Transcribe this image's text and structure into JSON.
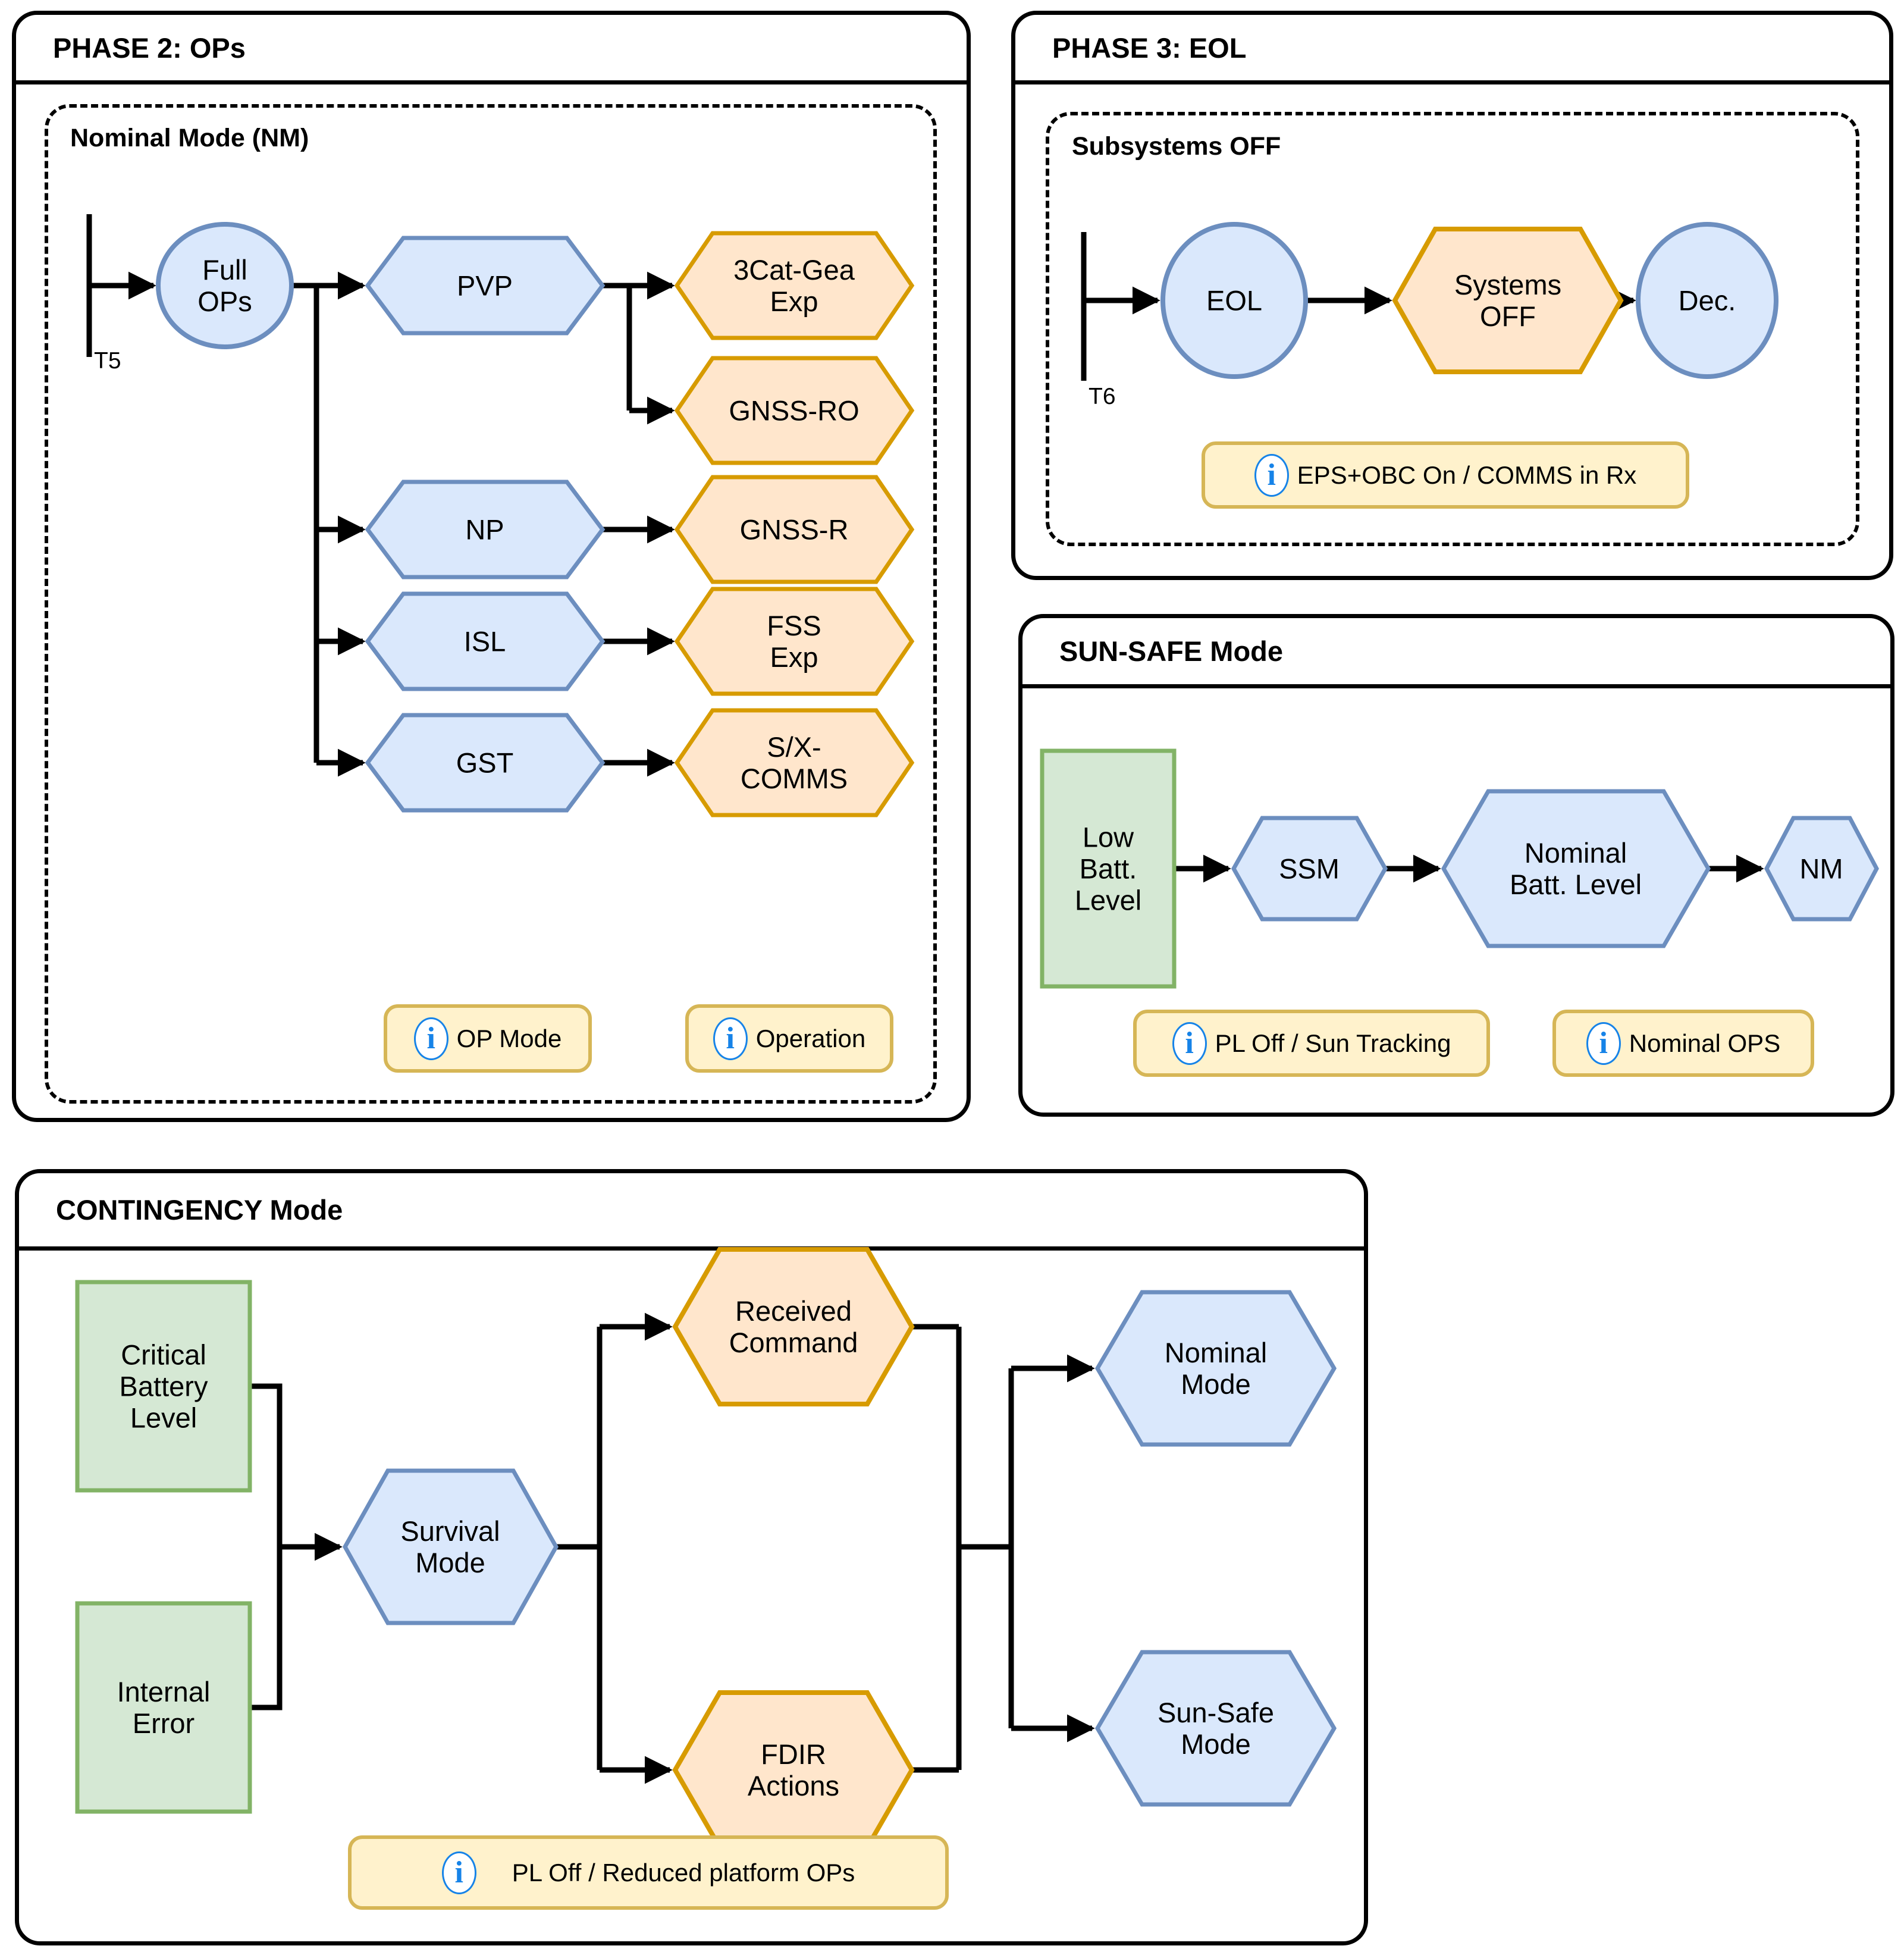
{
  "colors": {
    "node_blue_fill": "#dae8fc",
    "node_blue_stroke": "#6c8ebf",
    "node_orange_fill": "#ffe6cc",
    "node_orange_stroke": "#d79b00",
    "node_green_fill": "#d5e8d4",
    "node_green_stroke": "#82b366",
    "note_fill": "#fff2cc",
    "note_stroke": "#d6b656",
    "info_icon_blue": "#1683e8",
    "connector_black": "#000000"
  },
  "icons": {
    "info_glyph": "i"
  },
  "phase2": {
    "title": "PHASE 2: OPs",
    "group_label": "Nominal Mode (NM)",
    "timeline_label": "T5",
    "nodes": {
      "full_ops": "Full\nOPs",
      "pvp": "PVP",
      "np": "NP",
      "isl": "ISL",
      "gst": "GST",
      "cat_gea": "3Cat-Gea\nExp",
      "gnss_ro": "GNSS-RO",
      "gnss_r": "GNSS-R",
      "fss": "FSS\nExp",
      "sx_comms": "S/X-\nCOMMS"
    },
    "legend": {
      "op_mode": "OP Mode",
      "operation": "Operation"
    }
  },
  "phase3": {
    "title": "PHASE 3: EOL",
    "group_label": "Subsystems OFF",
    "timeline_label": "T6",
    "nodes": {
      "eol": "EOL",
      "systems_off": "Systems\nOFF",
      "dec": "Dec."
    },
    "note": "EPS+OBC On / COMMS in Rx"
  },
  "sunsafe": {
    "title": "SUN-SAFE Mode",
    "nodes": {
      "low_batt": "Low\nBatt.\nLevel",
      "ssm": "SSM",
      "nominal_batt": "Nominal\nBatt. Level",
      "nm": "NM"
    },
    "notes": {
      "pl_off": "PL Off / Sun Tracking",
      "nominal_ops": "Nominal OPS"
    }
  },
  "contingency": {
    "title": "CONTINGENCY Mode",
    "nodes": {
      "critical_battery": "Critical\nBattery\nLevel",
      "internal_error": "Internal\nError",
      "survival": "Survival\nMode",
      "received_command": "Received\nCommand",
      "fdir": "FDIR\nActions",
      "nominal_mode": "Nominal\nMode",
      "sun_safe": "Sun-Safe\nMode"
    },
    "note": "PL Off / Reduced platform OPs"
  }
}
